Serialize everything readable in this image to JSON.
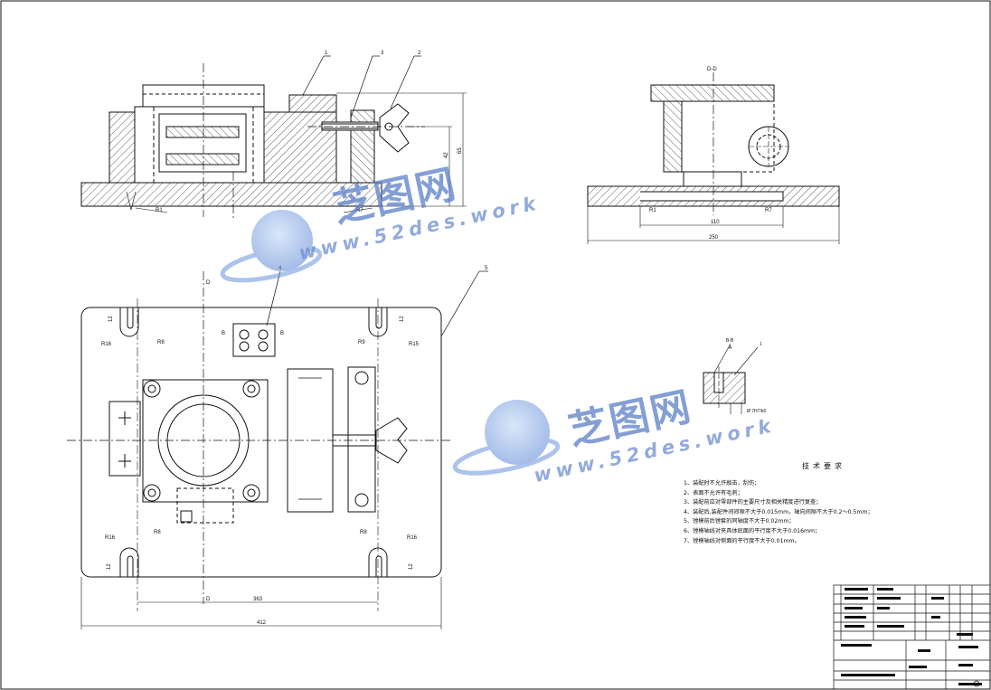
{
  "views": {
    "front_section": {
      "section_label": "",
      "part_no_1": "1",
      "part_no_3": "3",
      "part_no_2": "2",
      "dim_h1": "42",
      "dim_h2": "65",
      "tol_left": "R1",
      "tol_right": "R7"
    },
    "side_section": {
      "section_label": "D-D",
      "dim_inner": "110",
      "dim_total": "250",
      "tol_left": "R1",
      "tol_right": "R7"
    },
    "plan": {
      "section_mark_top": "D",
      "section_mark_bottom": "D",
      "part_no_4": "4",
      "part_no_5": "5",
      "mark_b_left": "B",
      "mark_b_right": "B",
      "dim_inner": "363",
      "dim_total": "412",
      "r_labels": [
        "R16",
        "R8",
        "R9",
        "R15",
        "R16",
        "R8",
        "R8",
        "R16"
      ],
      "small_dims": [
        "12",
        "12",
        "12",
        "12"
      ]
    },
    "detail": {
      "section_label": "B-B",
      "part_a": "A",
      "part_no": "1",
      "tol": "Ø 7H7/k6"
    }
  },
  "technical_requirements": {
    "title": "技术要求",
    "items": [
      "1、装配时不允许敲击，刮伤；",
      "2、表面不允许有毛刺；",
      "3、装配前应对零部件的主要尺寸及相关精度进行复查；",
      "4、装配后,装配件间间隙不大于0.015mm，轴向间隙不大于0.2～0.5mm；",
      "5、镗模前后镗套的同轴度不大于0.02mm；",
      "6、镗模轴线对夹具体底面的平行度不大于0.016mm；",
      "7、镗模轴线对侧面的平行度不大于0.01mm。"
    ]
  },
  "watermark": {
    "cn": "芝图网",
    "en": "www.52des.work"
  },
  "colors": {
    "line": "#111111",
    "hatch": "#333333",
    "wm_blue": "#5b7fc7"
  }
}
